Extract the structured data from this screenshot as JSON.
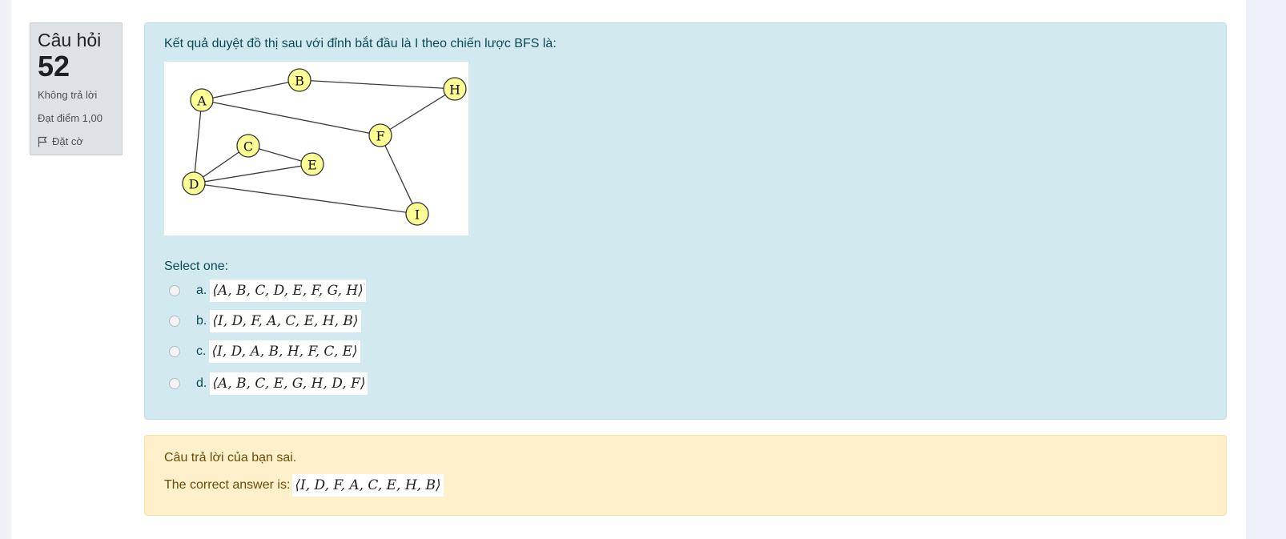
{
  "question_info": {
    "title": "Câu hỏi",
    "number": "52",
    "status": "Không trả lời",
    "mark": "Đạt điểm 1,00",
    "flag_label": "Đặt cờ"
  },
  "question": {
    "text": "Kết quả duyệt đồ thị sau với đỉnh bắt đầu là I theo chiến lược BFS là:",
    "graph_nodes": [
      "A",
      "B",
      "H",
      "F",
      "C",
      "E",
      "D",
      "I"
    ],
    "select_label": "Select one:",
    "options": [
      {
        "letter": "a.",
        "value": "⟨A, B, C, D, E, F, G, H⟩"
      },
      {
        "letter": "b.",
        "value": "⟨I, D, F, A, C, E, H, B⟩"
      },
      {
        "letter": "c.",
        "value": "⟨I, D, A, B, H, F, C, E⟩"
      },
      {
        "letter": "d.",
        "value": "⟨A, B, C, E, G, H, D, F⟩"
      }
    ]
  },
  "feedback": {
    "result": "Câu trả lời của bạn sai.",
    "correct_prefix": "The correct answer is:",
    "correct_value": "⟨I, D, F, A, C, E, H, B⟩"
  },
  "colors": {
    "formulation_bg": "#d2eaef",
    "feedback_bg": "#fdf0cb",
    "node_fill": "#fdfd96"
  }
}
